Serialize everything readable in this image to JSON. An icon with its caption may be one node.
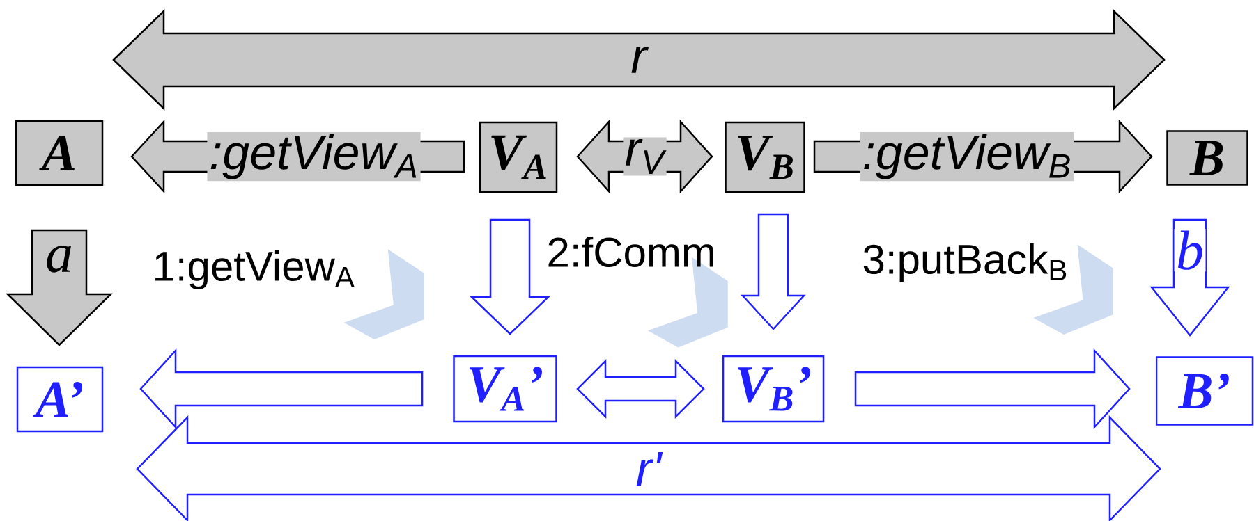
{
  "diagram": {
    "nodes": [
      {
        "text": [
          "A"
        ]
      },
      {
        "text": [
          "V$_{A}$"
        ]
      },
      {
        "text": [
          "V$_{B}$"
        ]
      },
      {
        "text": [
          "B"
        ]
      },
      {
        "text": [
          "A’"
        ]
      },
      {
        "text": [
          "V$_{A}$’"
        ]
      },
      {
        "text": [
          "V$_{B}$’"
        ]
      },
      {
        "text": [
          "B’"
        ]
      }
    ],
    "edges": [
      {
        "from": 0,
        "to": 3,
        "arrow": "both",
        "label": "r",
        "color": "#c8c8c8"
      },
      {
        "from": 1,
        "to": 0,
        "arrow": "to",
        "label": ":getView$_{A}$",
        "color": "#c8c8c8"
      },
      {
        "from": 1,
        "to": 2,
        "arrow": "both",
        "label": "r$_{V}$",
        "color": "#c8c8c8"
      },
      {
        "from": 2,
        "to": 3,
        "arrow": "to",
        "label": ":getView$_{B}$",
        "color": "#c8c8c8"
      },
      {
        "from": 0,
        "to": 4,
        "arrow": "to",
        "label": "a",
        "color": "#c8c8c8"
      },
      {
        "from": 1,
        "to": 5,
        "arrow": "to"
      },
      {
        "from": 2,
        "to": 6,
        "arrow": "to"
      },
      {
        "from": 3,
        "to": 7,
        "arrow": "to",
        "label": "b"
      },
      {
        "from": 5,
        "to": 4,
        "arrow": "to"
      },
      {
        "from": 5,
        "to": 6,
        "arrow": "both"
      },
      {
        "from": 6,
        "to": 7,
        "arrow": "to"
      },
      {
        "from": 4,
        "to": 7,
        "arrow": "both",
        "label": "r'"
      }
    ],
    "labels": [
      "1:getView$_{A}$",
      "2:fComm",
      "3:putBack$_{B}$"
    ]
  }
}
